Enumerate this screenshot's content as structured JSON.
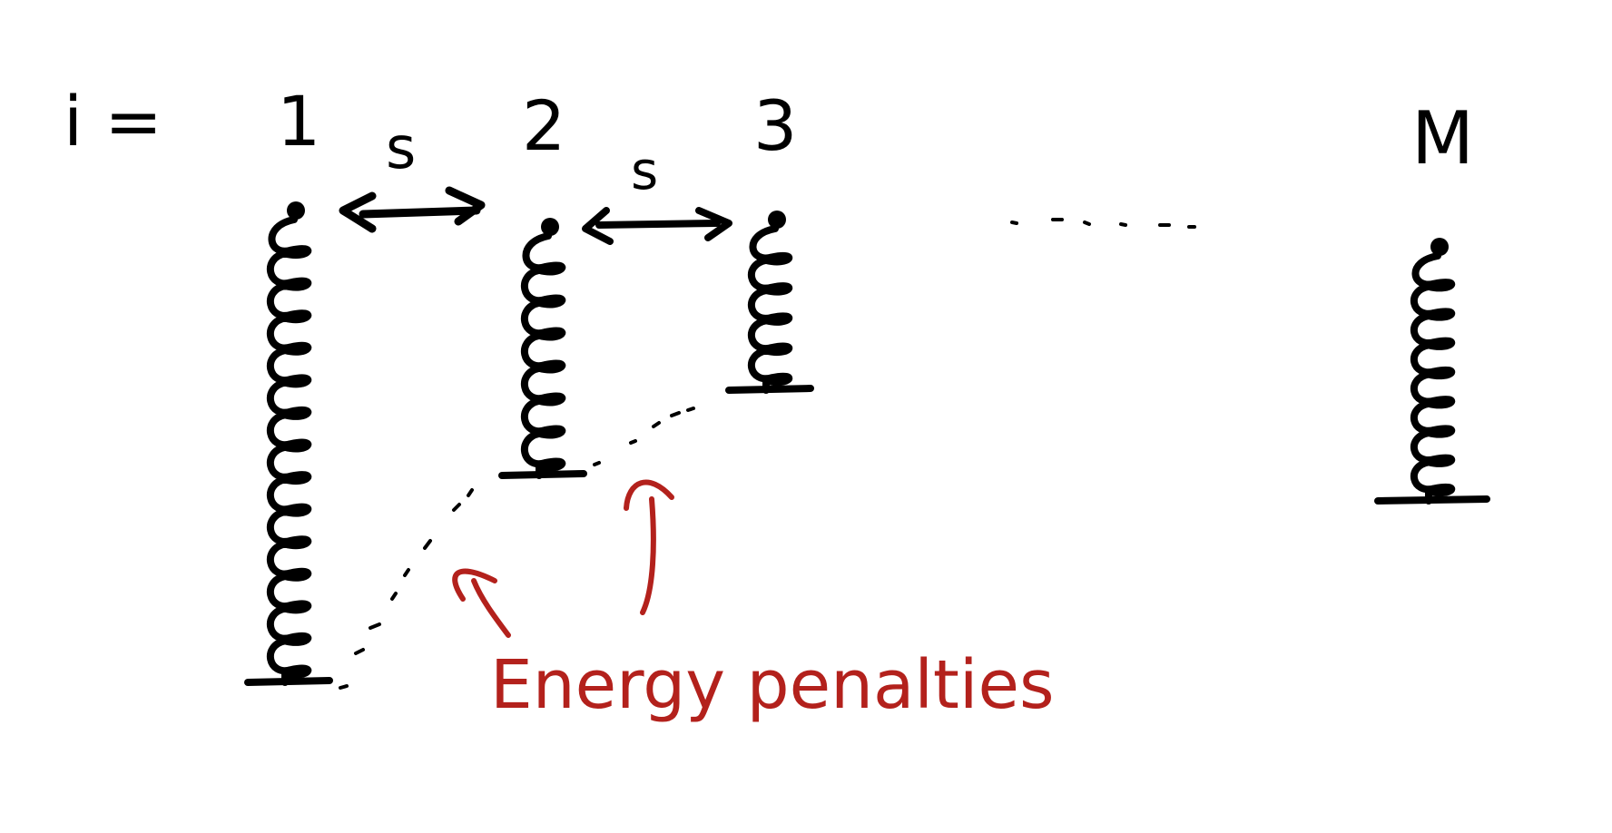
{
  "index_label": "i =",
  "springs": [
    {
      "label": "1",
      "coils": 14
    },
    {
      "label": "2",
      "coils": 7
    },
    {
      "label": "3",
      "coils": 5
    },
    {
      "label": "M",
      "coils": 8
    }
  ],
  "spacing_labels": [
    "s",
    "s"
  ],
  "annotation": {
    "text": "Energy penalties",
    "color": "#b3211c"
  }
}
